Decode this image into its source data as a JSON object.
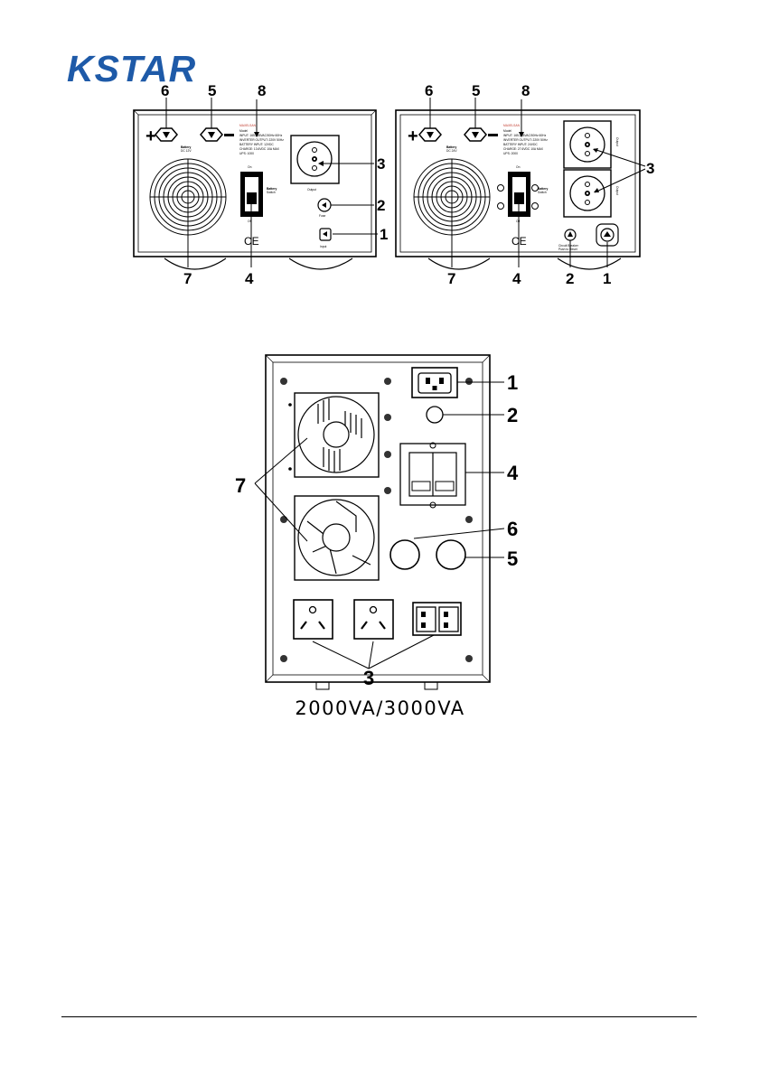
{
  "logo": {
    "text": "KSTAR",
    "color": "#1e5aa8"
  },
  "top_left": {
    "callouts": [
      "6",
      "5",
      "8",
      "3",
      "2",
      "1",
      "7",
      "4"
    ],
    "battery_label": "Battery",
    "battery_voltage": "DC 12V",
    "switch_on": "On",
    "switch_off": "Off",
    "switch_label": "Battery",
    "switch_sub": "Switch",
    "output_label": "Output",
    "fuse_label": "Fuse",
    "input_label": "Input",
    "brand_text": "MAXELSAN",
    "spec_lines": [
      "Model",
      "INPUT: 165-285VAC/50Hz 60Hz",
      "INVERTER OUTPUT: 220V 50Hz",
      "BATTERY INPUT: 12VDC",
      "CHARGE: 13.6VDC 10A MAX",
      "UPS: 1000"
    ],
    "ce_mark": "CE"
  },
  "top_right": {
    "callouts": [
      "6",
      "5",
      "8",
      "3",
      "2",
      "1",
      "7",
      "4"
    ],
    "battery_label": "Battery",
    "battery_voltage": "DC 24V",
    "switch_on": "On",
    "switch_off": "Off",
    "switch_label": "Battery",
    "switch_sub": "Switch",
    "output_label": "Output",
    "breaker_label": "Circuit Breaker",
    "breaker_sub": "Push to Reset",
    "brand_text": "MAXELSAN",
    "spec_lines": [
      "Model",
      "INPUT: 165-285VAC/50Hz 60Hz",
      "INVERTER OUTPUT: 220V 50Hz",
      "BATTERY INPUT: 24VDC",
      "CHARGE: 27.6VDC 10A MAX",
      "UPS: 2000"
    ],
    "ce_mark": "CE"
  },
  "bottom": {
    "callouts": [
      "1",
      "2",
      "4",
      "6",
      "5",
      "7",
      "3"
    ]
  },
  "caption": "2000VA/3000VA"
}
